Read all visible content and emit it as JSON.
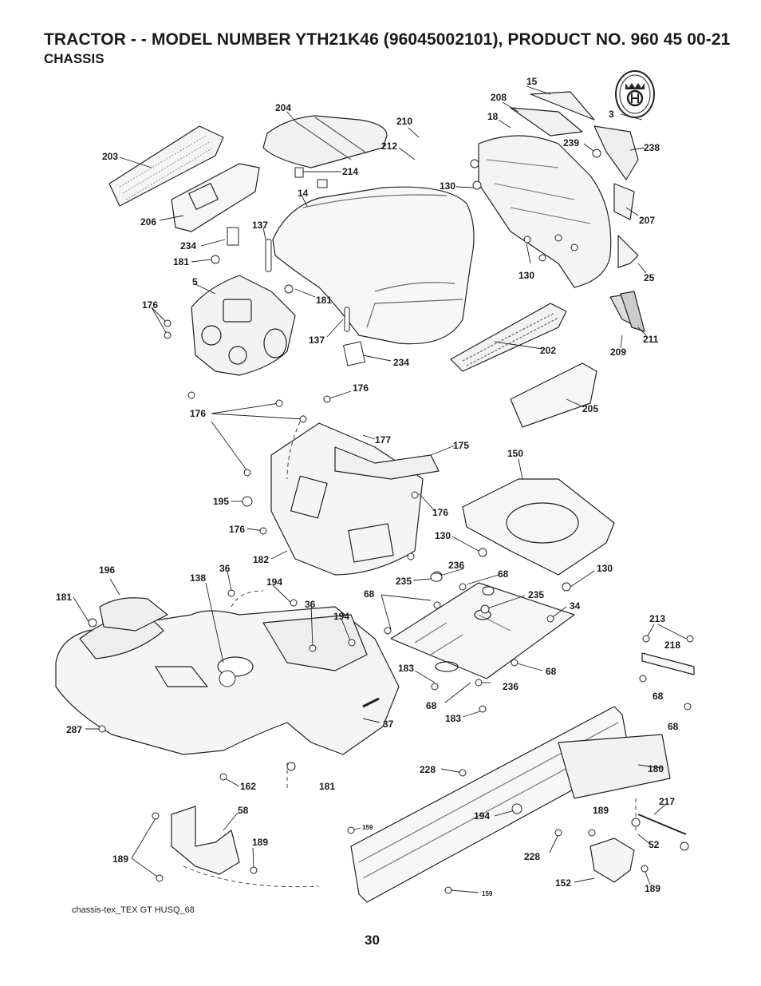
{
  "header": {
    "title": "TRACTOR - - MODEL NUMBER YTH21K46 (96045002101), PRODUCT NO. 960 45 00-21",
    "subtitle": "CHASSIS"
  },
  "footer": {
    "drawing_ref": "chassis-tex_TEX GT HUSQ_68",
    "page_number": "30"
  },
  "callouts": {
    "c15": "15",
    "c208": "208",
    "c3": "3",
    "c18": "18",
    "c239": "239",
    "c238": "238",
    "c204": "204",
    "c210": "210",
    "c212": "212",
    "c214": "214",
    "c203": "203",
    "c130a": "130",
    "c14": "14",
    "c207": "207",
    "c206": "206",
    "c137a": "137",
    "c234a": "234",
    "c181a": "181",
    "c130b": "130",
    "c25": "25",
    "c5": "5",
    "c181b": "181",
    "c176a": "176",
    "c137b": "137",
    "c234b": "234",
    "c202": "202",
    "c209": "209",
    "c211": "211",
    "c176b": "176",
    "c176c": "176",
    "c205": "205",
    "c177": "177",
    "c175": "175",
    "c150": "150",
    "c195": "195",
    "c176d": "176",
    "c176e": "176",
    "c130c": "130",
    "c182": "182",
    "c196": "196",
    "c138": "138",
    "c36a": "36",
    "c236a": "236",
    "c68a": "68",
    "c235a": "235",
    "c130d": "130",
    "c181c": "181",
    "c194a": "194",
    "c68b": "68",
    "c235b": "235",
    "c36b": "36",
    "c34": "34",
    "c194b": "194",
    "c213": "213",
    "c218": "218",
    "c183a": "183",
    "c68c": "68",
    "c236b": "236",
    "c68d": "68",
    "c68e": "68",
    "c183b": "183",
    "c287": "287",
    "c37": "37",
    "c68f": "68",
    "c228a": "228",
    "c180": "180",
    "c162": "162",
    "c181d": "181",
    "c58": "58",
    "c194c": "194",
    "c189a": "189",
    "c217": "217",
    "c159a": "159",
    "c52": "52",
    "c189b": "189",
    "c189c": "189",
    "c228b": "228",
    "c152": "152",
    "c189d": "189",
    "c159b": "159"
  }
}
